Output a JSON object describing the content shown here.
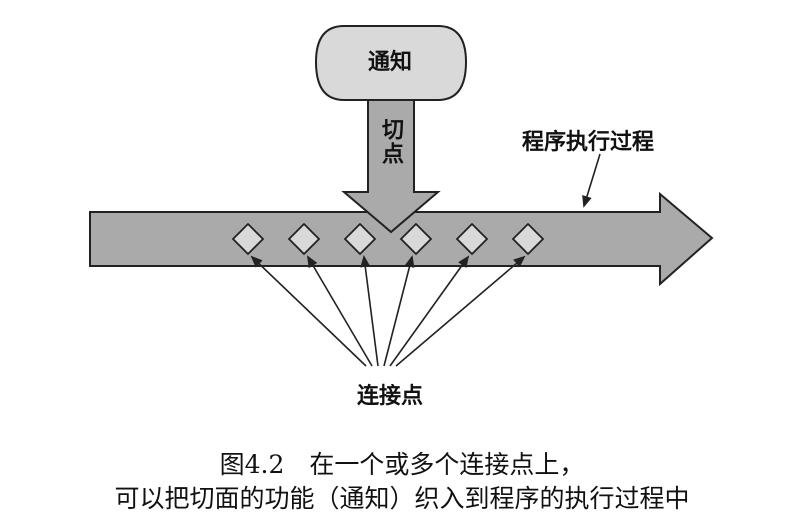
{
  "diagram": {
    "advice_label": "通知",
    "pointcut_label": "切点",
    "flow_label": "程序执行过程",
    "joinpoint_label": "连接点",
    "joinpoint_count": 6,
    "colors": {
      "fill": "#aaaaaa",
      "box": "#d9d9d9",
      "stroke": "#222222"
    }
  },
  "caption": {
    "line1": "图4.2　在一个或多个连接点上，",
    "line2": "可以把切面的功能（通知）织入到程序的执行过程中"
  }
}
